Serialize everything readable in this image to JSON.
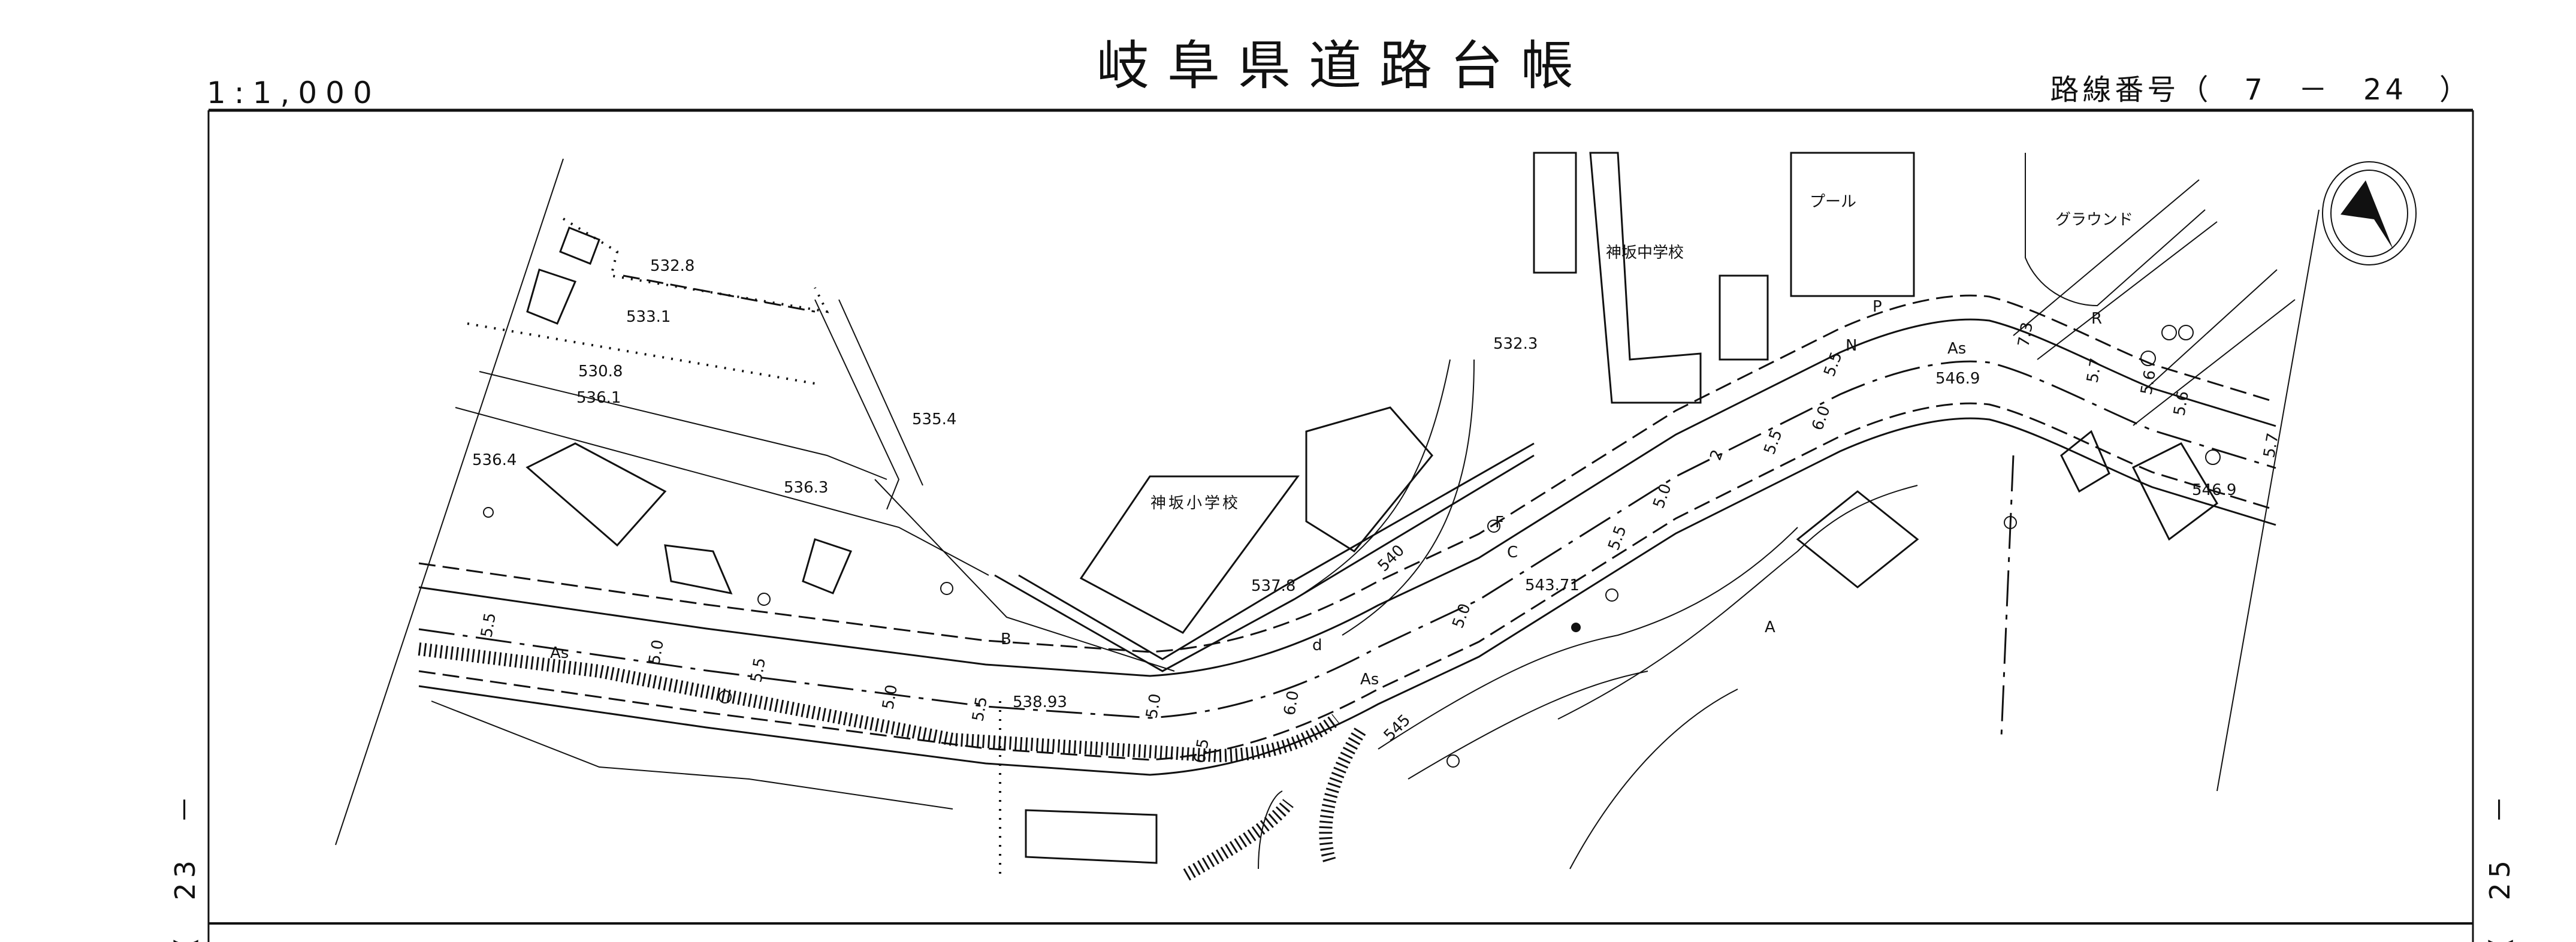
{
  "header": {
    "scale": "1:1,000",
    "title": "岐阜県道路台帳",
    "route_label": "路線番号（　7　－　24　）"
  },
  "sheet_links": {
    "left": "(　23　－",
    "right": "(　25　－"
  },
  "map": {
    "compass": "north-arrow-icon",
    "facilities": {
      "elementary_school": "神坂小学校",
      "junior_high_school": "神坂中学校",
      "pool": "プール",
      "ground": "グラウンド"
    },
    "elevations": [
      "532.8",
      "533.1",
      "530.8",
      "536.1",
      "536.4",
      "536.3",
      "535.4",
      "532.3",
      "537.8",
      "540",
      "543.71",
      "538.93",
      "545",
      "546.9",
      "546.9"
    ],
    "pavement": [
      "As",
      "As",
      "As"
    ],
    "widths": [
      "5.5",
      "5.0",
      "5.5",
      "5.0",
      "5.5",
      "5.0",
      "6.5",
      "6.0",
      "5.0",
      "5.5",
      "5.0",
      "5.5",
      "6.0",
      "5.5",
      "2",
      "7.3",
      "5.7",
      "5.6",
      "5.6",
      "5.7"
    ],
    "markers": [
      "P",
      "N",
      "R",
      "F",
      "B",
      "C",
      "d",
      "A"
    ]
  }
}
